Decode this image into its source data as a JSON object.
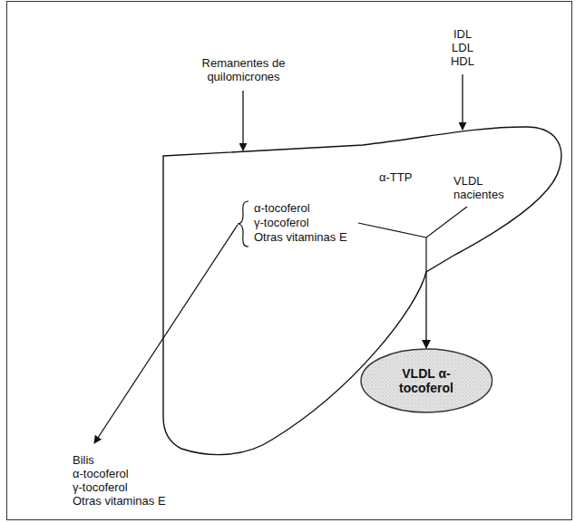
{
  "diagram": {
    "nodes": [
      {
        "text": [
          "α-TTP",
          "VLDL nacientes",
          "α-tocoferol",
          "γ-tocoferol",
          "Otras vitaminas E"
        ]
      },
      {
        "text": [
          "VLDL α-tocoferol"
        ]
      }
    ],
    "edges": [
      {
        "from": 0,
        "to": 1,
        "arrow": "to"
      }
    ],
    "labels": [
      "Remanentes de quilomicrones",
      "IDL",
      "LDL",
      "HDL",
      "Bilis",
      "α-tocoferol",
      "γ-tocoferol",
      "Otras vitaminas E"
    ]
  }
}
